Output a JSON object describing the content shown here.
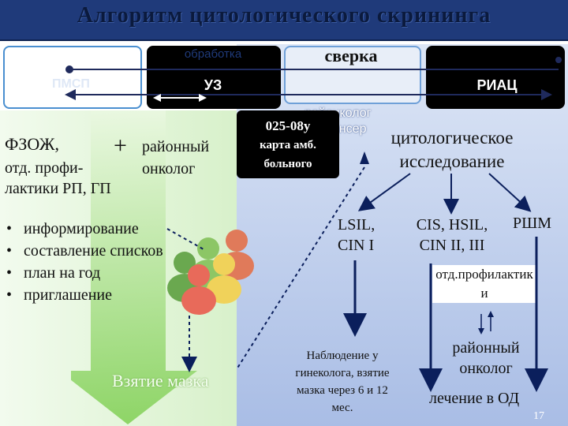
{
  "title": "Алгоритм цитологического скрининга",
  "top": {
    "processing": "обработка",
    "check": "сверка",
    "pmsp": "ПМСП",
    "uz": "УЗ",
    "riac": "РИАЦ",
    "district_oncologist_dispensary": "районколог диспансер"
  },
  "left": {
    "fzozh": "ФЗОЖ,",
    "plus": "+",
    "prof_dept": "отд. профи-",
    "prof_dept2": "лактики РП, ГП",
    "district_oncologist": "районный онколог",
    "bullets": [
      "информирование",
      "составление списков",
      "план на год",
      "приглашение"
    ],
    "smear": "Взятие мазка"
  },
  "form": {
    "line1": "025-08у",
    "line2": "карта амб.",
    "line3": "больного"
  },
  "right": {
    "cyto": "цитологическое исследование",
    "lsil": "LSIL, CIN I",
    "cis": "CIS, HSIL, CIN II, III",
    "rshm": "РШМ",
    "prof_dept": "отд.профилактики",
    "observation": "Наблюдение у гинеколога, взятие мазка через 6 и 12 мес.",
    "district_oncologist": "районный онколог",
    "treatment": "лечение в ОД",
    "page_number": "17"
  },
  "colors": {
    "title_bar": "#1f3a7a",
    "green_area": "#d9f2cf",
    "blue_area": "#b8c9e8",
    "arrow_dark": "#0b1f5c"
  }
}
